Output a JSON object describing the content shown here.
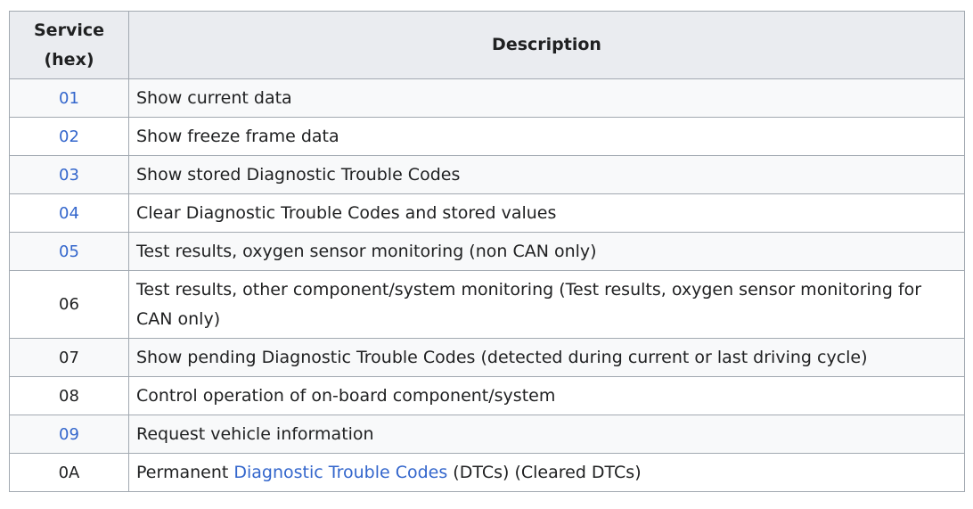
{
  "table": {
    "headers": {
      "service": "Service (hex)",
      "description": "Description"
    },
    "rows": [
      {
        "code": "01",
        "code_is_link": true,
        "desc_parts": [
          {
            "text": "Show current data",
            "link": false
          }
        ]
      },
      {
        "code": "02",
        "code_is_link": true,
        "desc_parts": [
          {
            "text": "Show freeze frame data",
            "link": false
          }
        ]
      },
      {
        "code": "03",
        "code_is_link": true,
        "desc_parts": [
          {
            "text": "Show stored Diagnostic Trouble Codes",
            "link": false
          }
        ]
      },
      {
        "code": "04",
        "code_is_link": true,
        "desc_parts": [
          {
            "text": "Clear Diagnostic Trouble Codes and stored values",
            "link": false
          }
        ]
      },
      {
        "code": "05",
        "code_is_link": true,
        "desc_parts": [
          {
            "text": "Test results, oxygen sensor monitoring (non CAN only)",
            "link": false
          }
        ]
      },
      {
        "code": "06",
        "code_is_link": false,
        "desc_parts": [
          {
            "text": "Test results, other component/system monitoring (Test results, oxygen sensor monitoring for CAN only)",
            "link": false
          }
        ]
      },
      {
        "code": "07",
        "code_is_link": false,
        "desc_parts": [
          {
            "text": "Show pending Diagnostic Trouble Codes (detected during current or last driving cycle)",
            "link": false
          }
        ]
      },
      {
        "code": "08",
        "code_is_link": false,
        "desc_parts": [
          {
            "text": "Control operation of on-board component/system",
            "link": false
          }
        ]
      },
      {
        "code": "09",
        "code_is_link": true,
        "desc_parts": [
          {
            "text": "Request vehicle information",
            "link": false
          }
        ]
      },
      {
        "code": "0A",
        "code_is_link": false,
        "desc_parts": [
          {
            "text": "Permanent ",
            "link": false
          },
          {
            "text": "Diagnostic Trouble Codes",
            "link": true
          },
          {
            "text": " (DTCs) (Cleared DTCs)",
            "link": false
          }
        ]
      }
    ]
  },
  "colors": {
    "link": "#3366cc",
    "text": "#202122",
    "header_bg": "#eaecf0",
    "border": "#a2a9b1"
  }
}
